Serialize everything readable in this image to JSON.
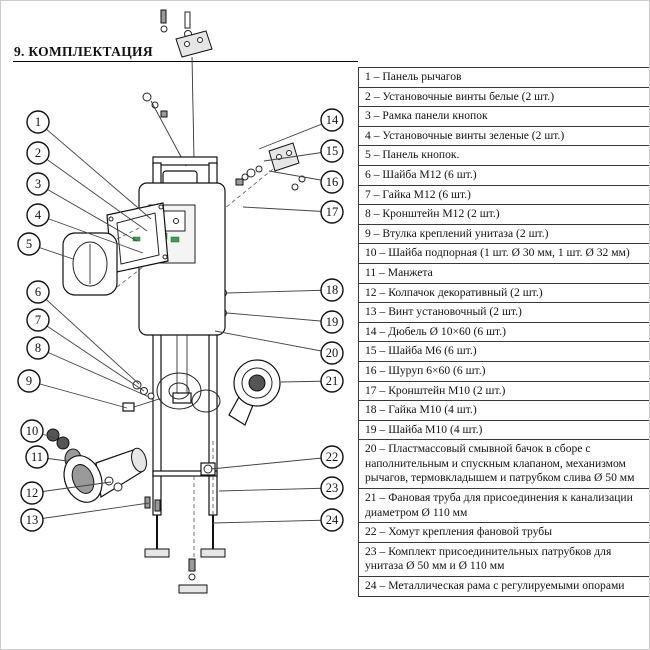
{
  "page": {
    "title": "9. КОМПЛЕКТАЦИЯ"
  },
  "colors": {
    "accent_green": "#3f9e4d",
    "line": "#1a1a1a"
  },
  "diagram": {
    "callouts": [
      "1",
      "2",
      "3",
      "4",
      "5",
      "6",
      "7",
      "8",
      "9",
      "10",
      "11",
      "12",
      "13",
      "14",
      "15",
      "16",
      "17",
      "18",
      "19",
      "20",
      "21",
      "22",
      "23",
      "24"
    ]
  },
  "table": {
    "rows": [
      "1 – Панель рычагов",
      "2 – Установочные винты белые (2 шт.)",
      "3 – Рамка панели кнопок",
      "4 – Установочные винты зеленые (2 шт.)",
      "5 – Панель кнопок.",
      "6 – Шайба M12 (6 шт.)",
      "7 – Гайка M12 (6 шт.)",
      "8 – Кронштейн M12 (2 шт.)",
      "9 – Втулка креплений унитаза (2 шт.)",
      "10 – Шайба подпорная (1 шт. Ø 30 мм, 1 шт. Ø 32 мм)",
      "11 – Манжета",
      "12 – Колпачок декоративный (2 шт.)",
      "13 – Винт установочный (2 шт.)",
      "14 – Дюбель Ø 10×60 (6 шт.)",
      "15 – Шайба M6 (6 шт.)",
      "16 – Шуруп 6×60 (6 шт.)",
      "17 – Кронштейн M10 (2 шт.)",
      "18 – Гайка M10 (4 шт.)",
      "19 – Шайба M10 (4 шт.)",
      "20 – Пластмассовый смывной бачок в сборе с наполнительным и спускным клапаном, механизмом рычагов, термовкладышем и патрубком слива Ø 50 мм",
      "21 – Фановая труба для присоединения к канализации диаметром Ø 110 мм",
      "22 – Хомут крепления фановой трубы",
      "23 – Комплект присоединительных патрубков для унитаза Ø 50 мм и Ø 110 мм",
      "24 – Металлическая рама с регулируемыми опорами"
    ]
  }
}
